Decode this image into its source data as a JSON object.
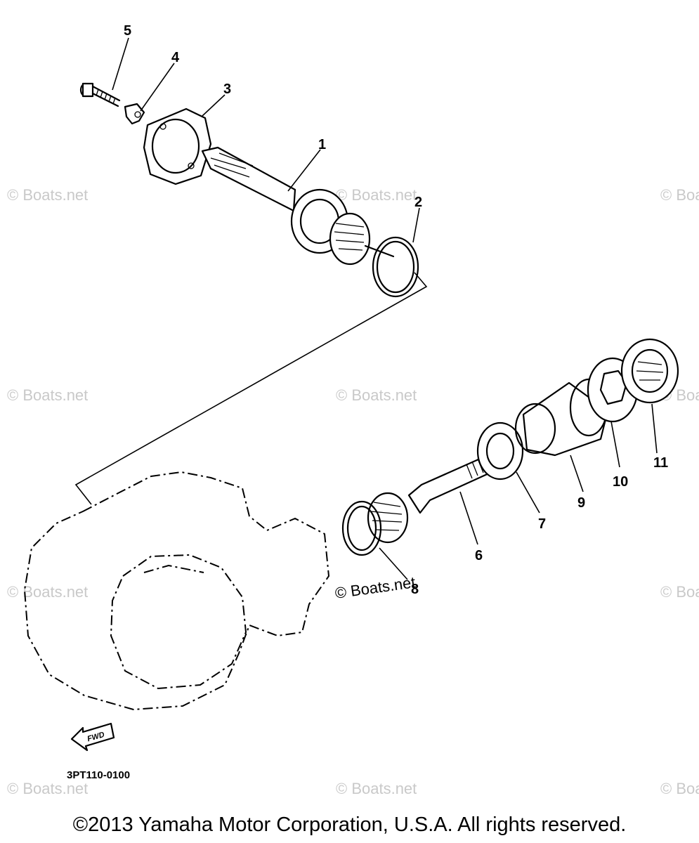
{
  "diagram": {
    "watermark": "© Boats.net",
    "callouts": [
      "1",
      "2",
      "3",
      "4",
      "5",
      "6",
      "7",
      "8",
      "9",
      "10",
      "11"
    ],
    "part_code": "3PT110-0100",
    "fwd_label": "FWD",
    "copyright": "©2013 Yamaha Motor Corporation, U.S.A. All rights reserved."
  }
}
